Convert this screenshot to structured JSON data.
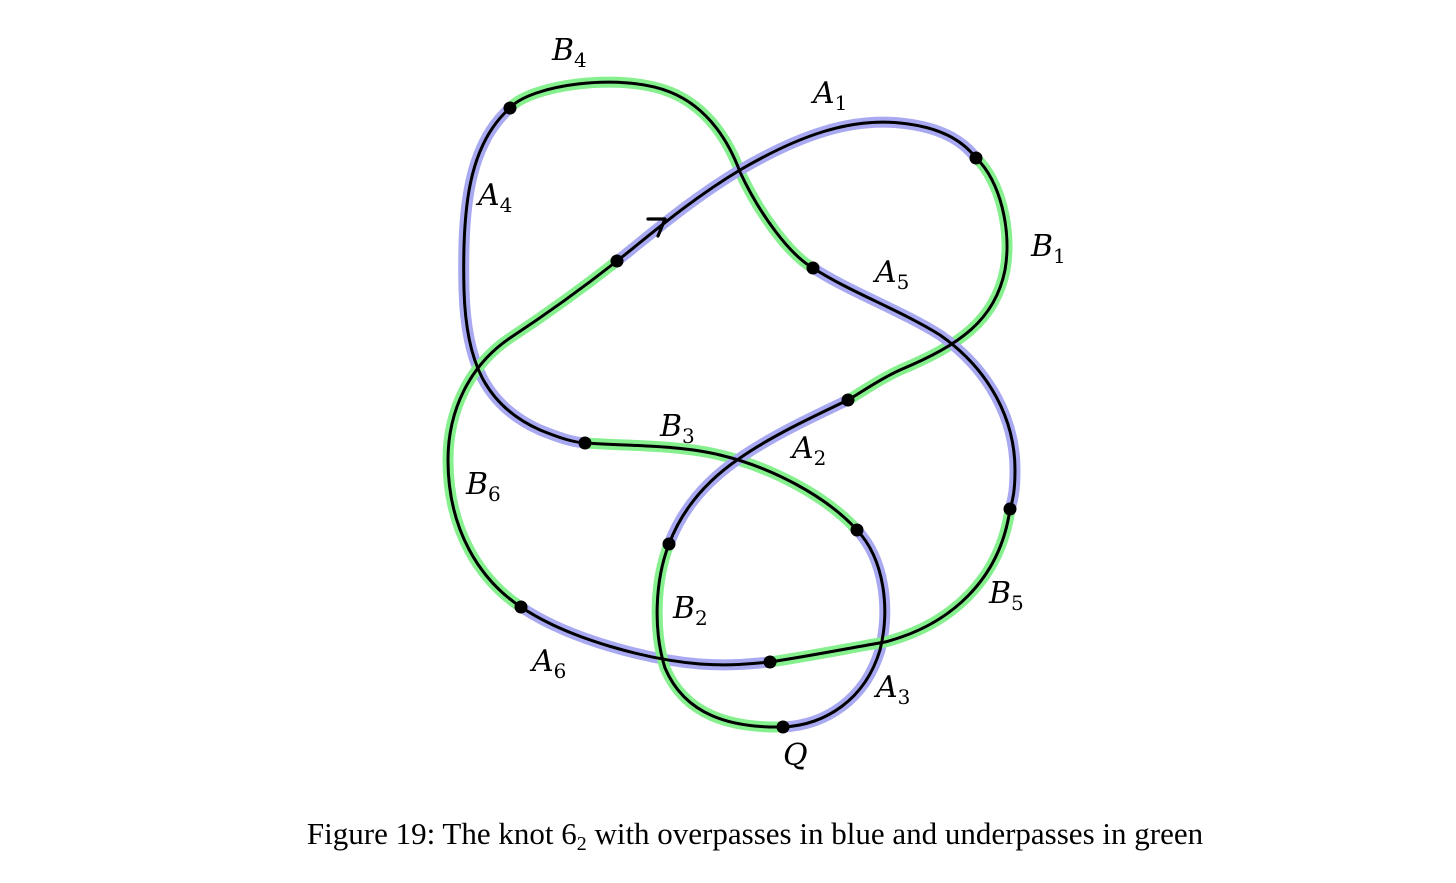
{
  "colors": {
    "overpass": "#a9a9f2",
    "underpass": "#86f08e",
    "strand": "#000000"
  },
  "labels": {
    "B4": {
      "base": "B",
      "sub": "4"
    },
    "A1": {
      "base": "A",
      "sub": "1"
    },
    "A4": {
      "base": "A",
      "sub": "4"
    },
    "B1": {
      "base": "B",
      "sub": "1"
    },
    "A5": {
      "base": "A",
      "sub": "5"
    },
    "B3": {
      "base": "B",
      "sub": "3"
    },
    "A2": {
      "base": "A",
      "sub": "2"
    },
    "B6": {
      "base": "B",
      "sub": "6"
    },
    "B2": {
      "base": "B",
      "sub": "2"
    },
    "B5": {
      "base": "B",
      "sub": "5"
    },
    "A6": {
      "base": "A",
      "sub": "6"
    },
    "A3": {
      "base": "A",
      "sub": "3"
    },
    "Q": {
      "base": "Q"
    }
  },
  "caption": {
    "prefix": "Figure 19: The knot 6",
    "sub": "2",
    "suffix": " with overpasses in blue and underpasses in green"
  }
}
